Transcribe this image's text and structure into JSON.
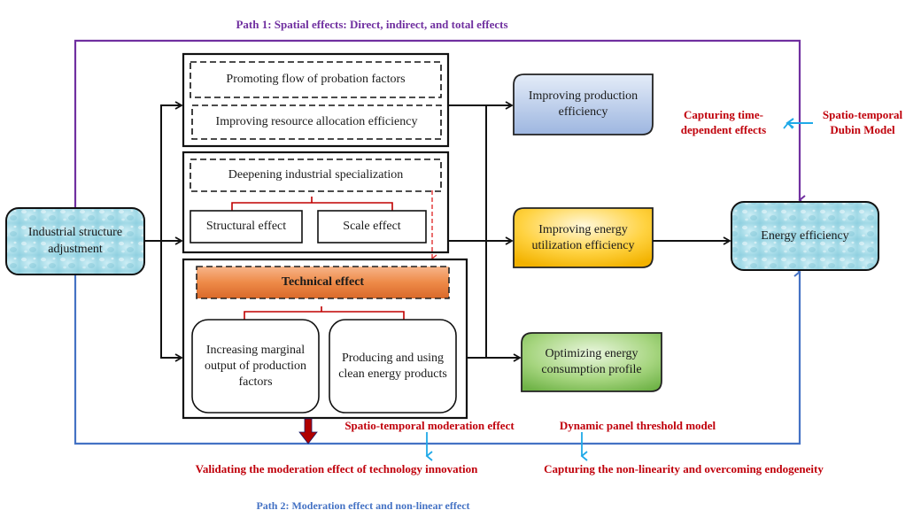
{
  "paths": {
    "path1_title": "Path 1: Spatial effects: Direct, indirect, and total effects",
    "path2_title": "Path 2: Moderation effect and non-linear effect"
  },
  "nodes": {
    "source": "Industrial structure adjustment",
    "target": "Energy efficiency",
    "box1": {
      "item1": "Promoting flow of probation factors",
      "item2": "Improving resource allocation efficiency"
    },
    "box2": {
      "header": "Deepening industrial specialization",
      "sub1": "Structural effect",
      "sub2": "Scale effect"
    },
    "box3": {
      "header": "Technical effect",
      "sub1": "Increasing marginal output of production factors",
      "sub2": "Producing and using clean energy products"
    },
    "outcome1": "Improving production efficiency",
    "outcome2": "Improving energy utilization efficiency",
    "outcome3": "Optimizing energy consumption profile"
  },
  "annotations": {
    "sdm_model": "Spatio-temporal Dubin Model",
    "sdm_purpose": "Capturing time-dependent effects",
    "moderation": "Spatio-temporal moderation effect",
    "moderation_purpose": "Validating the moderation effect of technology innovation",
    "threshold": "Dynamic panel threshold model",
    "threshold_purpose": "Capturing the non-linearity and overcoming endogeneity"
  },
  "colors": {
    "path1": "#7030a0",
    "path2": "#4472c4",
    "annotation": "#c0000b",
    "annotation_arrow": "#1fa9e8",
    "outcome1_fill": "#b4c7e7",
    "outcome2_fill": "#ffc000",
    "outcome3_fill": "#70ad47",
    "technical_fill": "#ed7d31",
    "water_fill": "#a8dde9"
  }
}
